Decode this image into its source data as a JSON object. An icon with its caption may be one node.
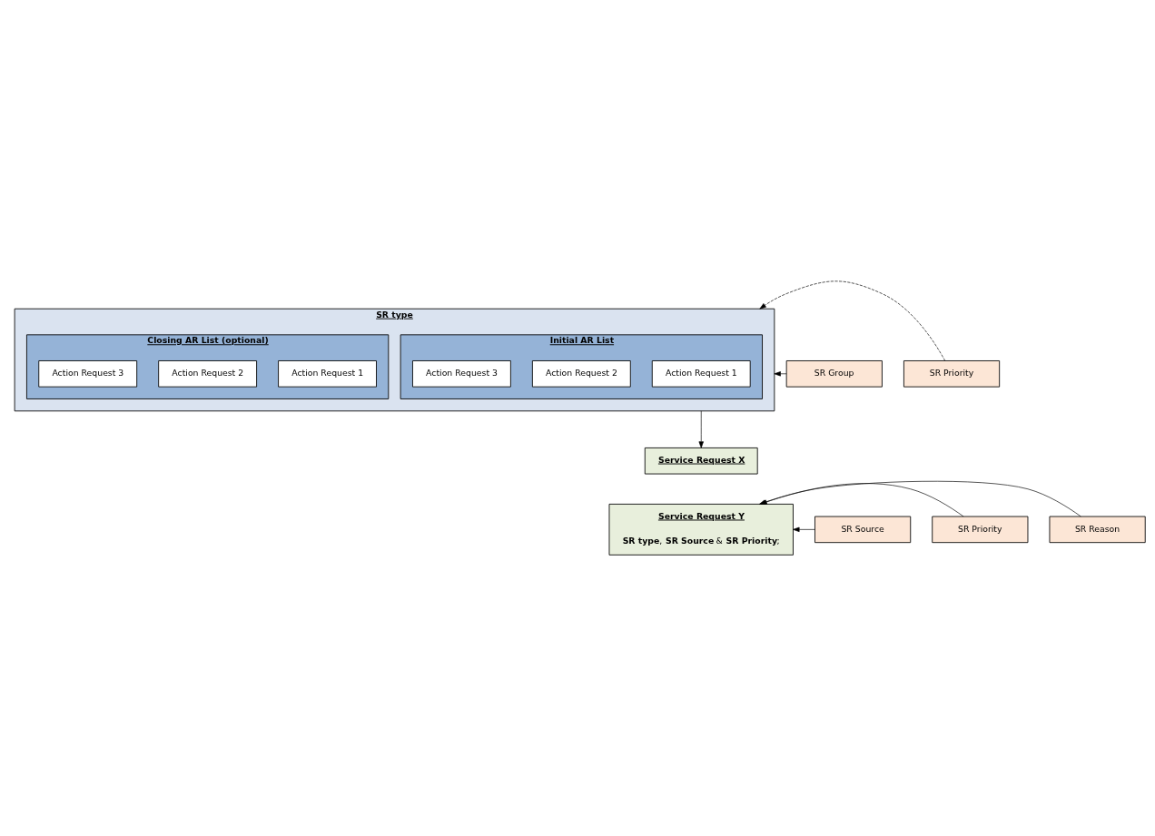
{
  "diagram": {
    "nodes": [
      {
        "text": [
          "SR type"
        ]
      },
      {
        "text": [
          "Initial AR List"
        ],
        "in": 0
      },
      {
        "text": [
          "Action Request 1"
        ],
        "in": 1
      },
      {
        "text": [
          "Action Request 2"
        ],
        "in": 1
      },
      {
        "text": [
          "Action Request 3"
        ],
        "in": 1
      },
      {
        "text": [
          "Closing AR List (optional)"
        ],
        "in": 0
      },
      {
        "text": [
          "Action Request 1"
        ],
        "in": 5
      },
      {
        "text": [
          "Action Request 2"
        ],
        "in": 5
      },
      {
        "text": [
          "Action Request 3"
        ],
        "in": 5
      },
      {
        "text": [
          "SR Group"
        ]
      },
      {
        "text": [
          "SR Priority"
        ]
      },
      {
        "text": [
          "Service Request X"
        ]
      },
      {
        "text": [
          "Service Request Y",
          "**SR type**, **SR Source** & **SR Priority**;"
        ]
      },
      {
        "text": [
          "SR Source"
        ]
      },
      {
        "text": [
          "SR Priority"
        ]
      },
      {
        "text": [
          "SR Reason"
        ]
      }
    ],
    "edges": [
      {
        "from": 9,
        "to": 0,
        "arrow": "to"
      },
      {
        "from": 10,
        "to": 0,
        "arrow": "to",
        "style": "dashed"
      },
      {
        "from": 0,
        "to": 11,
        "arrow": "to"
      },
      {
        "from": 13,
        "to": 12,
        "arrow": "to"
      },
      {
        "from": 14,
        "to": 12,
        "arrow": "to"
      },
      {
        "from": 15,
        "to": 12,
        "arrow": "to"
      }
    ]
  }
}
